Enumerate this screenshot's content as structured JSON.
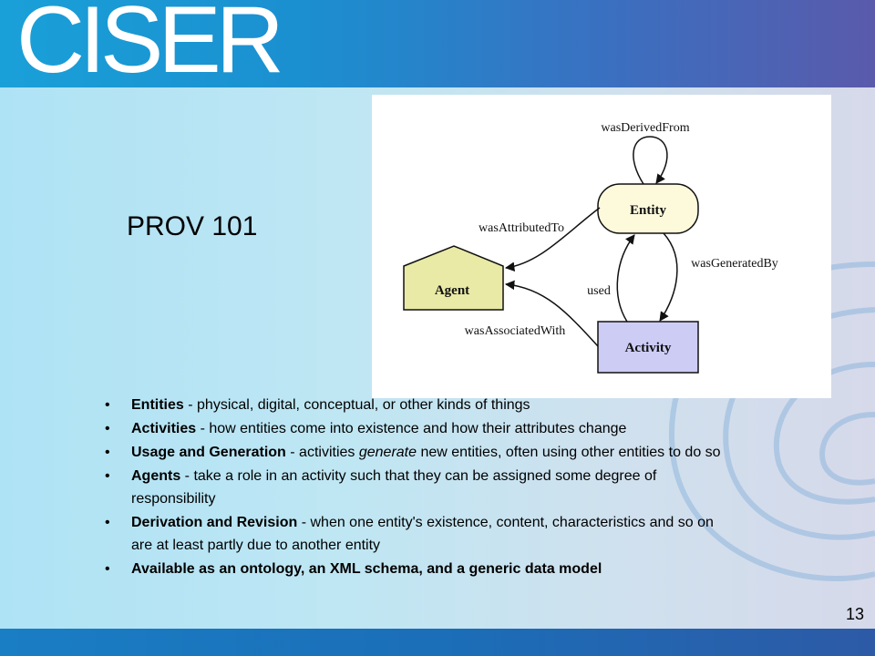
{
  "logo": {
    "text": "CISER"
  },
  "slide": {
    "title": "PROV 101",
    "page_number": "13"
  },
  "diagram": {
    "nodes": {
      "entity": "Entity",
      "agent": "Agent",
      "activity": "Activity"
    },
    "edges": {
      "was_derived_from": "wasDerivedFrom",
      "was_attributed_to": "wasAttributedTo",
      "was_generated_by": "wasGeneratedBy",
      "used": "used",
      "was_associated_with": "wasAssociatedWith"
    },
    "colors": {
      "entity_fill": "#fdfadc",
      "agent_fill": "#e8eaa6",
      "activity_fill": "#ccccf5"
    }
  },
  "bullets": [
    {
      "term": "Entities",
      "pre": " - physical, digital, conceptual, or other kinds of things",
      "em": "",
      "post": ""
    },
    {
      "term": "Activities",
      "pre": " - how entities come into existence and how their attributes change",
      "em": "",
      "post": ""
    },
    {
      "term": "Usage and Generation",
      "pre": " - activities ",
      "em": "generate",
      "post": " new entities, often using other entities to do so"
    },
    {
      "term": "Agents",
      "pre": " -  take a role in an activity such that they can be assigned some degree of responsibility",
      "em": "",
      "post": ""
    },
    {
      "term": "Derivation and Revision",
      "pre": " - when one entity's existence, content, characteristics and so on are at least partly due to another entity",
      "em": "",
      "post": ""
    }
  ],
  "last_bullet": "Available as an ontology, an XML schema, and a generic data model"
}
